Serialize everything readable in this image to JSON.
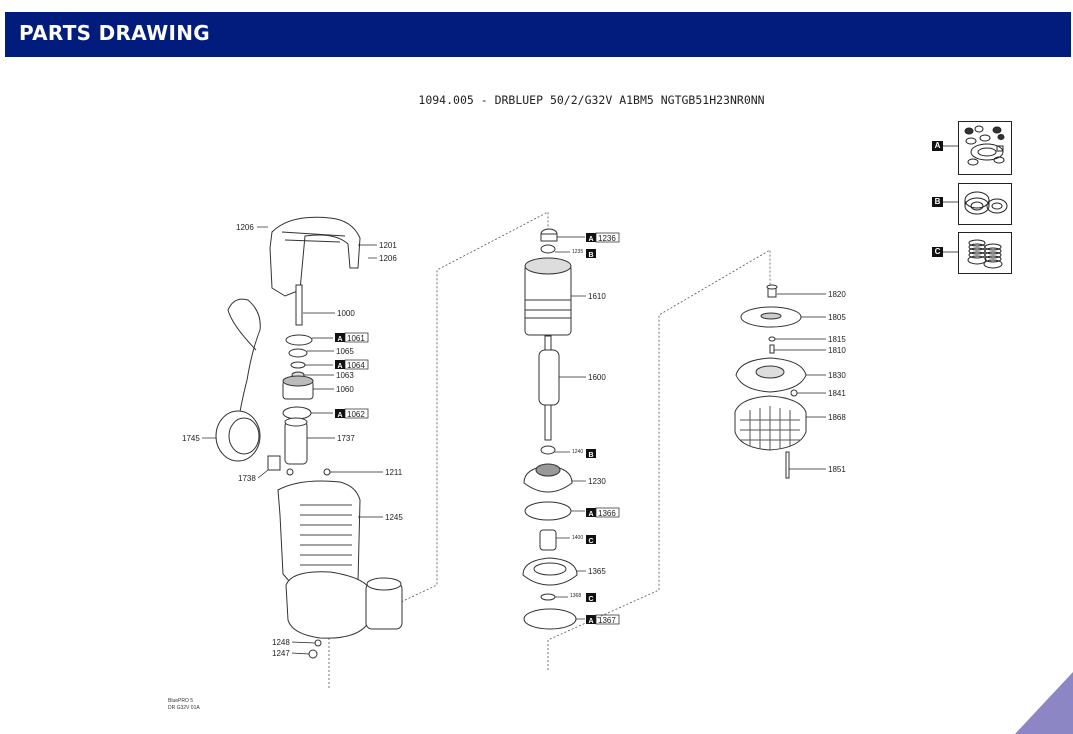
{
  "header": {
    "title": "PARTS DRAWING"
  },
  "drawing": {
    "title": "1094.005 - DRBLUEP 50/2/G32V A1BM5 NGTGB51H23NR0NN",
    "footnote_line1": "BluePRO  5",
    "footnote_line2": "DR  G32V  01A"
  },
  "kits": [
    {
      "letter": "A"
    },
    {
      "letter": "B"
    },
    {
      "letter": "C"
    }
  ],
  "callouts": {
    "p1206a": "1206",
    "p1201": "1201",
    "p1206b": "1206",
    "p1000": "1000",
    "p1061": "1061",
    "p1065": "1065",
    "p1064": "1064",
    "p1063": "1063",
    "p1060": "1060",
    "p1062": "1062",
    "p1745": "1745",
    "p1737": "1737",
    "p1738": "1738",
    "p1211": "1211",
    "p1245": "1245",
    "p1248": "1248",
    "p1247": "1247",
    "p1236": "1236",
    "p1235": "1235",
    "p1610": "1610",
    "p1600": "1600",
    "p1240": "1240",
    "p1230": "1230",
    "p1366": "1366",
    "p1400": "1400",
    "p1365": "1365",
    "p1368": "1368",
    "p1367": "1367",
    "p1820": "1820",
    "p1805": "1805",
    "p1815": "1815",
    "p1810": "1810",
    "p1830": "1830",
    "p1841": "1841",
    "p1868": "1868",
    "p1851": "1851"
  },
  "kit_tags": {
    "A": "A",
    "B": "B",
    "C": "C"
  }
}
